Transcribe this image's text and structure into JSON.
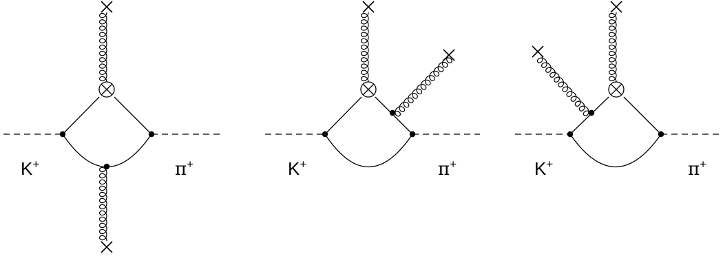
{
  "diagrams": [
    {
      "id": "diagram-1",
      "incoming_meson": {
        "base": "K",
        "charge": "+"
      },
      "outgoing_meson": {
        "base": "π",
        "charge": "+"
      }
    },
    {
      "id": "diagram-2",
      "incoming_meson": {
        "base": "K",
        "charge": "+"
      },
      "outgoing_meson": {
        "base": "π",
        "charge": "+"
      }
    },
    {
      "id": "diagram-3",
      "incoming_meson": {
        "base": "K",
        "charge": "+"
      },
      "outgoing_meson": {
        "base": "π",
        "charge": "+"
      }
    }
  ],
  "colors": {
    "ink": "#000000",
    "background": "#ffffff"
  },
  "icons": [
    "operator-insertion-circle-cross",
    "external-field-cross"
  ]
}
